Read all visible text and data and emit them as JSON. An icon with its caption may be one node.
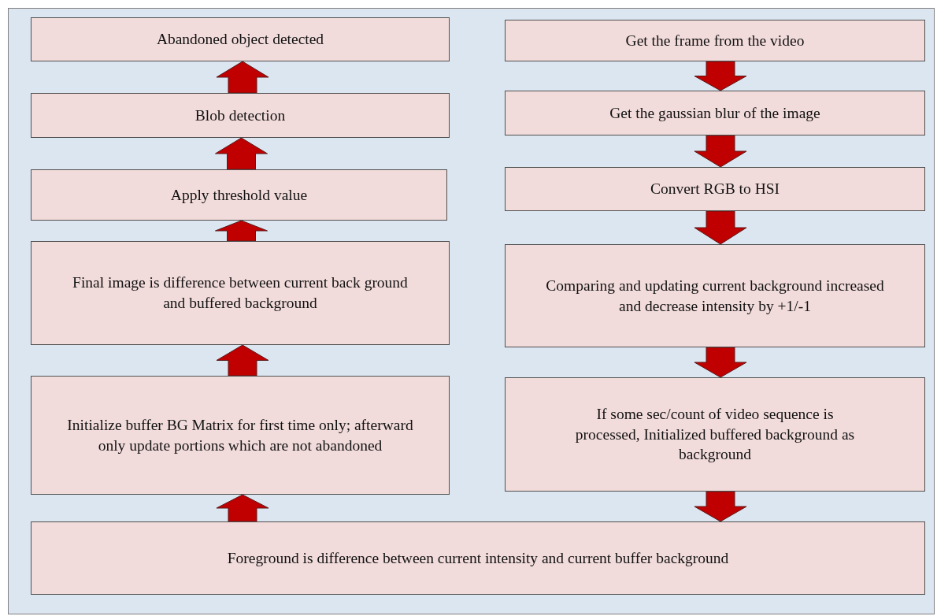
{
  "diagram": {
    "nodes": [
      {
        "text": [
          "Abandoned object detected"
        ]
      },
      {
        "text": [
          "Get the frame from the video"
        ]
      },
      {
        "text": [
          "Blob detection"
        ]
      },
      {
        "text": [
          "Get the gaussian blur of the image"
        ]
      },
      {
        "text": [
          "Apply threshold value"
        ]
      },
      {
        "text": [
          "Convert RGB to HSI"
        ]
      },
      {
        "text": [
          "Final image is difference between current back ground and buffered background"
        ]
      },
      {
        "text": [
          "Comparing and updating current background increased and decrease intensity by +1/-1"
        ]
      },
      {
        "text": [
          "Initialize buffer BG Matrix for first time only; afterward only update portions which are not abandoned"
        ]
      },
      {
        "text": [
          "If some sec/count of video sequence is processed, Initialized buffered background as background"
        ]
      },
      {
        "text": [
          "Foreground is difference between current intensity and current buffer background"
        ]
      }
    ],
    "edges": [
      {
        "from": 1,
        "to": 3,
        "arrow": "to"
      },
      {
        "from": 3,
        "to": 5,
        "arrow": "to"
      },
      {
        "from": 5,
        "to": 7,
        "arrow": "to"
      },
      {
        "from": 7,
        "to": 9,
        "arrow": "to"
      },
      {
        "from": 9,
        "to": 10,
        "arrow": "to"
      },
      {
        "from": 10,
        "to": 8,
        "arrow": "to"
      },
      {
        "from": 8,
        "to": 6,
        "arrow": "to"
      },
      {
        "from": 6,
        "to": 4,
        "arrow": "to"
      },
      {
        "from": 4,
        "to": 2,
        "arrow": "to"
      },
      {
        "from": 2,
        "to": 0,
        "arrow": "to"
      }
    ]
  }
}
